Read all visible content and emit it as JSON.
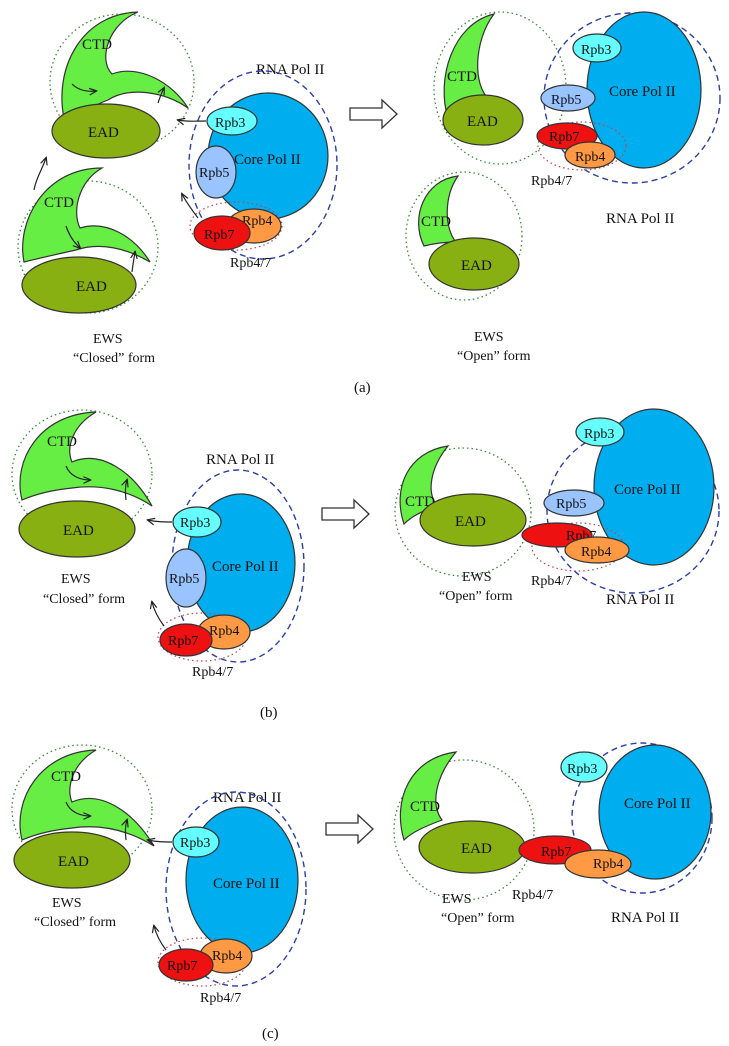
{
  "labels": {
    "ctd": "CTD",
    "ead": "EAD",
    "core": "Core Pol II",
    "rna_pol": "RNA Pol II",
    "rpb3": "Rpb3",
    "rpb4": "Rpb4",
    "rpb5": "Rpb5",
    "rpb7": "Rpb7",
    "rpb47": "Rpb4/7",
    "ews": "EWS",
    "closed": "“Closed” form",
    "open": "“Open” form"
  },
  "panels": [
    {
      "caption": "(a)"
    },
    {
      "caption": "(b)"
    },
    {
      "caption": "(c)"
    }
  ],
  "colors": {
    "ctd": "#66ee44",
    "ead": "#88b012",
    "core": "#00aeef",
    "rpb3": "#66ffff",
    "rpb5": "#99c4ff",
    "rpb7": "#ee1111",
    "rpb4": "#ff9944",
    "dash_blue": "#2a3fa8",
    "dot_green": "#3a8a3a",
    "dot_red": "#c04050"
  }
}
